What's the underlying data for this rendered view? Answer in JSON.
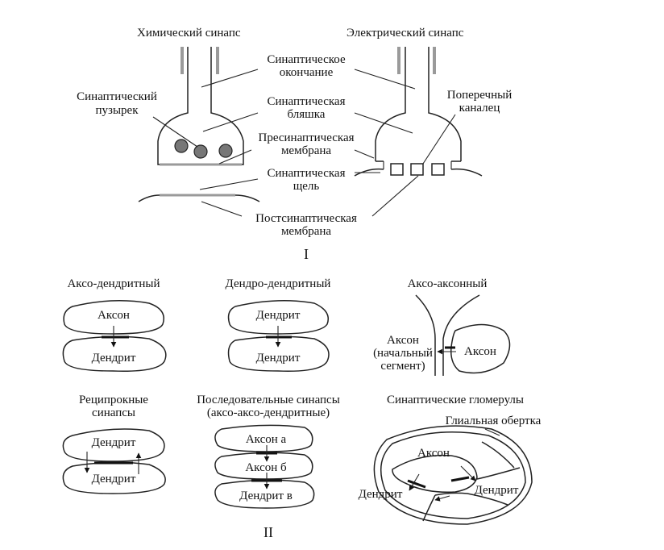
{
  "part1": {
    "title_chem": "Химический синапс",
    "title_elec": "Электрический синапс",
    "syn_ending_1": "Синаптическое",
    "syn_ending_2": "окончание",
    "vesicle_1": "Синаптический",
    "vesicle_2": "пузырек",
    "plaque_1": "Синаптическая",
    "plaque_2": "бляшка",
    "channel_1": "Поперечный",
    "channel_2": "каналец",
    "presyn_1": "Пресинаптическая",
    "presyn_2": "мембрана",
    "cleft_1": "Синаптическая",
    "cleft_2": "щель",
    "postsyn_1": "Постсинаптическая",
    "postsyn_2": "мембрана",
    "roman": "I"
  },
  "part2": {
    "axodendritic": "Аксо-дендритный",
    "dendrodendritic": "Дендро-дендритный",
    "axoaxonal": "Аксо-аксонный",
    "axon": "Аксон",
    "dendrite": "Дендрит",
    "axon_initial_1": "Аксон",
    "axon_initial_2": "(начальный",
    "axon_initial_3": "сегмент)",
    "reciprocal_1": "Реципрокные",
    "reciprocal_2": "синапсы",
    "serial_1": "Последовательные синапсы",
    "serial_2": "(аксо-аксо-дендритные)",
    "axon_a": "Аксон а",
    "axon_b": "Аксон б",
    "dendrite_v": "Дендрит в",
    "glomeruli": "Синаптические гломерулы",
    "glial": "Глиальная обертка",
    "roman": "II"
  }
}
